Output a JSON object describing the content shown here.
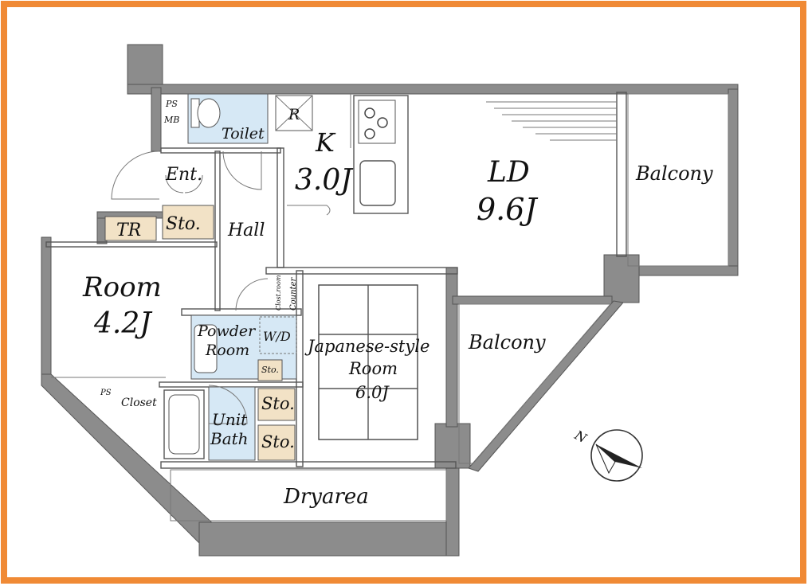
{
  "colors": {
    "frame": "#f08a35",
    "wall": "#8c8c8c",
    "wet_area": "#d6e8f5",
    "storage": "#f2e2c6",
    "line": "#555555"
  },
  "rooms": {
    "ps_mb": {
      "line1": "PS",
      "line2": "MB"
    },
    "toilet": "Toilet",
    "fridge": "R",
    "kitchen": {
      "name": "K",
      "size": "3.0J"
    },
    "ld": {
      "name": "LD",
      "size": "9.6J"
    },
    "balcony_top": "Balcony",
    "entrance": "Ent.",
    "storage_entrance": "Sto.",
    "tr": "TR",
    "hall": "Hall",
    "room": {
      "name": "Room",
      "size": "4.2J"
    },
    "closet_narrow": "Clost.room",
    "counter": "Counter",
    "powder_room": {
      "line1": "Powder",
      "line2": "Room"
    },
    "wd": "W/D",
    "storage_small": "Sto.",
    "japanese_room": {
      "line1": "Japanese-style",
      "line2": "Room",
      "size": "6.0J"
    },
    "balcony_mid": "Balcony",
    "ps_small": "PS",
    "closet": "Closet",
    "unit_bath": {
      "line1": "Unit",
      "line2": "Bath"
    },
    "storage_1": "Sto.",
    "storage_2": "Sto.",
    "dryarea": "Dryarea"
  },
  "compass": {
    "label": "N",
    "icon": "north-arrow-icon"
  }
}
